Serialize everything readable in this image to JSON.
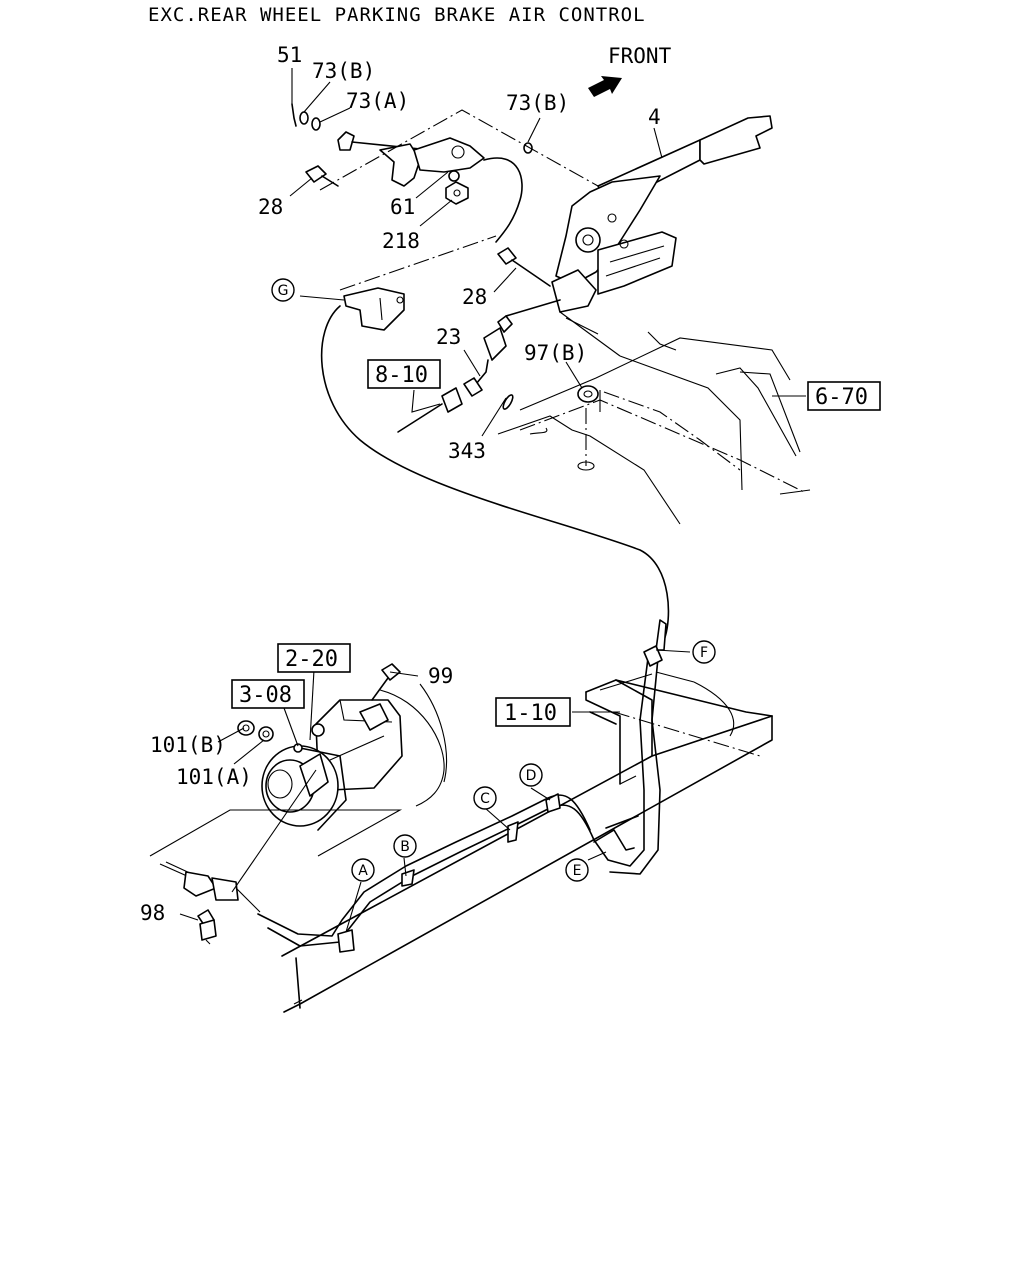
{
  "title": "EXC.REAR WHEEL PARKING BRAKE AIR CONTROL",
  "front_label": "FRONT",
  "callouts": {
    "c51": "51",
    "c73b_top": "73(B)",
    "c73a": "73(A)",
    "c73b_right": "73(B)",
    "c4": "4",
    "c28_top": "28",
    "c61": "61",
    "c218": "218",
    "c28_mid": "28",
    "c23": "23",
    "c97b": "97(B)",
    "c343": "343",
    "c99": "99",
    "c101b": "101(B)",
    "c101a": "101(A)",
    "c98": "98"
  },
  "ref_boxes": {
    "r8_10": "8-10",
    "r6_70": "6-70",
    "r2_20": "2-20",
    "r3_08": "3-08",
    "r1_10": "1-10"
  },
  "clip_markers": {
    "g": "G",
    "f": "F",
    "a": "A",
    "b": "B",
    "c": "C",
    "d": "D",
    "e": "E"
  }
}
